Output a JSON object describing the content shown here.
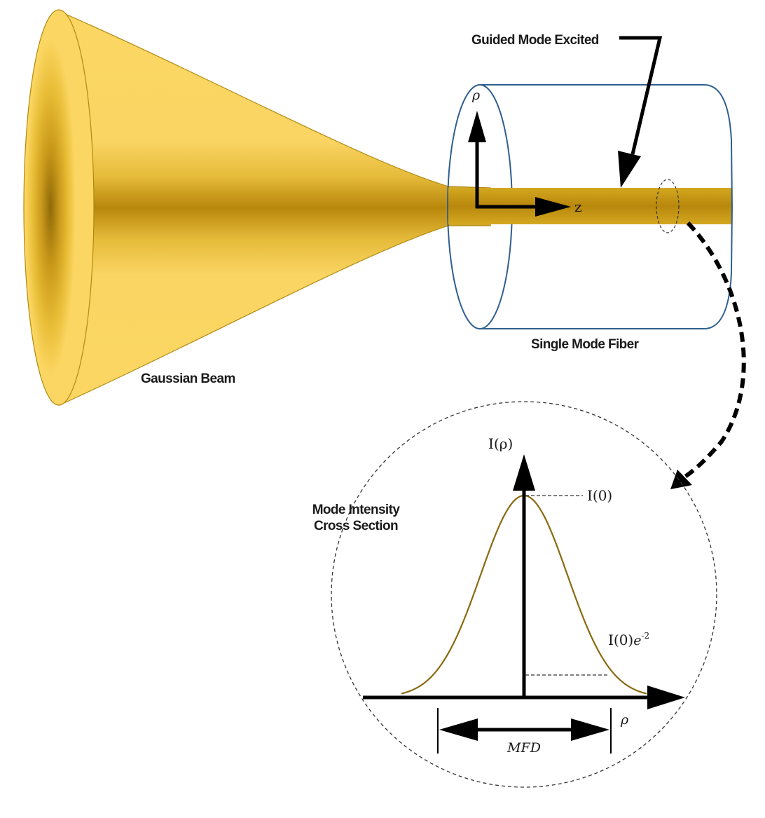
{
  "title": "Gaussian beam coupling into single mode fiber",
  "labels": {
    "gaussian_beam": "Gaussian Beam",
    "guided_mode": "Guided Mode Excited",
    "single_mode_fiber": "Single Mode Fiber",
    "mode_intensity_line1": "Mode Intensity",
    "mode_intensity_line2": "Cross Section"
  },
  "axes": {
    "fiber_rho": "ρ",
    "fiber_z": "z",
    "plot_y": "I(ρ)",
    "plot_x": "ρ",
    "peak": "I(0)",
    "edge_base": "I(0)",
    "edge_sym": "e",
    "edge_exp": "-2",
    "width": "MFD"
  },
  "colors": {
    "beam_light": "#fbd662",
    "beam_dark": "#b8870c",
    "beam_edge": "#b08a10",
    "fiber_outline": "#2f5f8f",
    "curve": "#8a6a10",
    "ink": "#000000"
  }
}
